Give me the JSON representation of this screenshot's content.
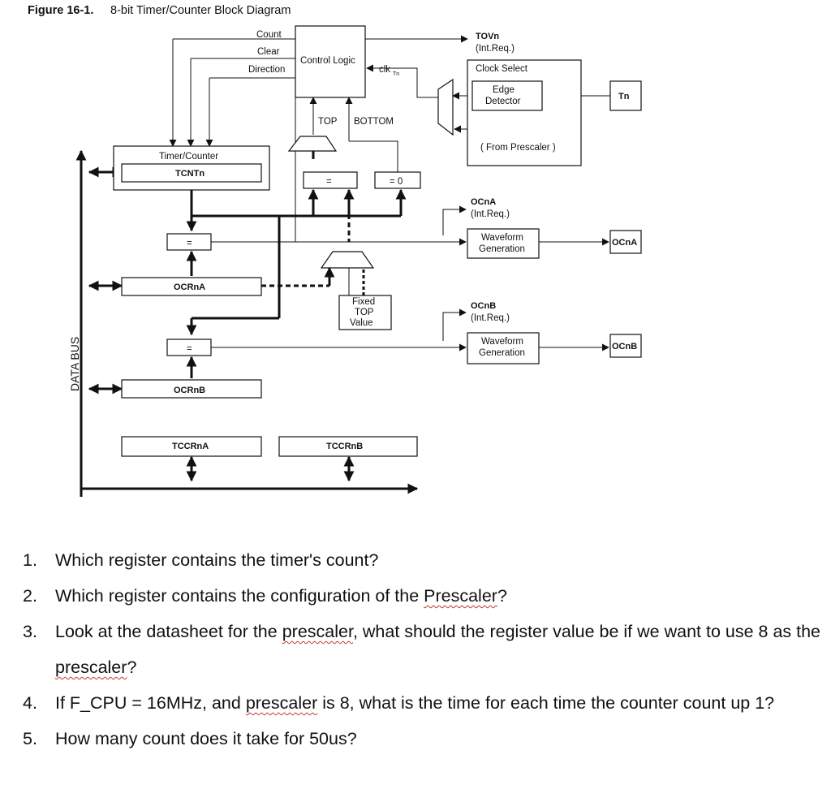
{
  "figure": {
    "title_prefix": "Figure 16-1.",
    "title_text": "8-bit Timer/Counter Block Diagram",
    "labels": {
      "count": "Count",
      "clear": "Clear",
      "direction": "Direction",
      "control_logic": "Control Logic",
      "clk": "clk",
      "clk_sub": "Tn",
      "tovn": "TOVn",
      "tovn_int": "(Int.Req.)",
      "clock_select": "Clock Select",
      "edge": "Edge",
      "detector": "Detector",
      "from_prescaler": "( From Prescaler )",
      "tn": "Tn",
      "top": "TOP",
      "bottom": "BOTTOM",
      "timer_counter": "Timer/Counter",
      "tcntn": "TCNTn",
      "eq": "=",
      "eq0": "= 0",
      "ocna": "OCnA",
      "ocna_int": "(Int.Req.)",
      "waveform": "Waveform",
      "generation": "Generation",
      "ocna_out": "OCnA",
      "ocrna": "OCRnA",
      "fixed": "Fixed",
      "fixed_top": "TOP",
      "fixed_value": "Value",
      "ocnb": "OCnB",
      "ocnb_int": "(Int.Req.)",
      "ocnb_out": "OCnB",
      "ocrnb": "OCRnB",
      "tccrna": "TCCRnA",
      "tccrnb": "TCCRnB",
      "data_bus": "DATA BUS"
    }
  },
  "questions": [
    {
      "num": "1.",
      "parts": [
        {
          "t": "Which register contains the timer's count?"
        }
      ]
    },
    {
      "num": "2.",
      "parts": [
        {
          "t": "Which register contains the configuration of the "
        },
        {
          "t": "Prescaler",
          "sq": true
        },
        {
          "t": "?"
        }
      ]
    },
    {
      "num": "3.",
      "parts": [
        {
          "t": "Look at the datasheet for the "
        },
        {
          "t": "prescaler",
          "sq": true
        },
        {
          "t": ", what should the register value be if we want to use 8 as the "
        },
        {
          "t": "prescaler",
          "sq": true
        },
        {
          "t": "?"
        }
      ]
    },
    {
      "num": "4.",
      "parts": [
        {
          "t": "If F_CPU = 16MHz, and "
        },
        {
          "t": "prescaler",
          "sq": true
        },
        {
          "t": " is 8, what is the time for each time the counter count up 1?"
        }
      ]
    },
    {
      "num": "5.",
      "parts": [
        {
          "t": "How many count does it take for 50us?"
        }
      ]
    }
  ]
}
